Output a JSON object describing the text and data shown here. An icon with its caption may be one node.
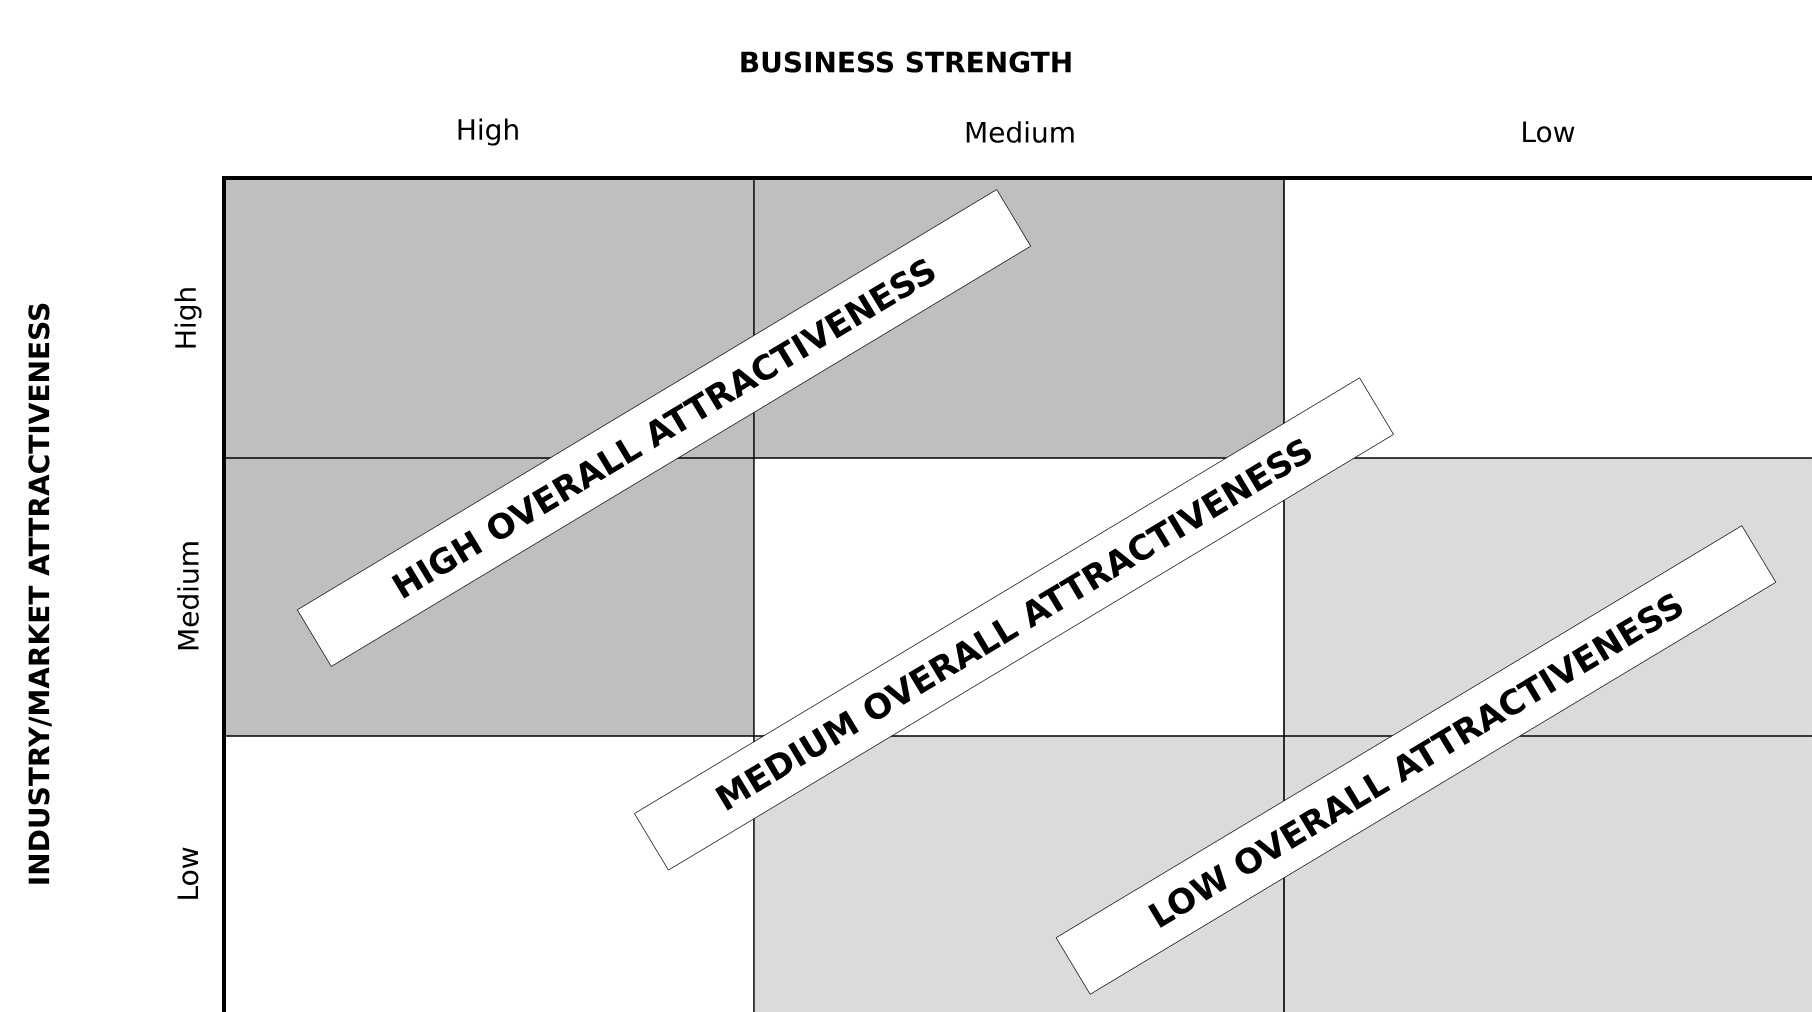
{
  "diagram": {
    "title": "BUSINESS STRENGTH",
    "nodes": [
      {
        "text": [
          "HIGH OVERALL ATTRACTIVENESS"
        ]
      },
      {
        "text": [
          "MEDIUM OVERALL ATTRACTIVENESS"
        ]
      },
      {
        "text": [
          "LOW OVERALL ATTRACTIVENESS"
        ]
      }
    ],
    "labels": [
      "High",
      "Medium",
      "Low",
      "INDUSTRY/MARKET ATTRACTIVENESS",
      "High",
      "Medium",
      "Low"
    ]
  }
}
